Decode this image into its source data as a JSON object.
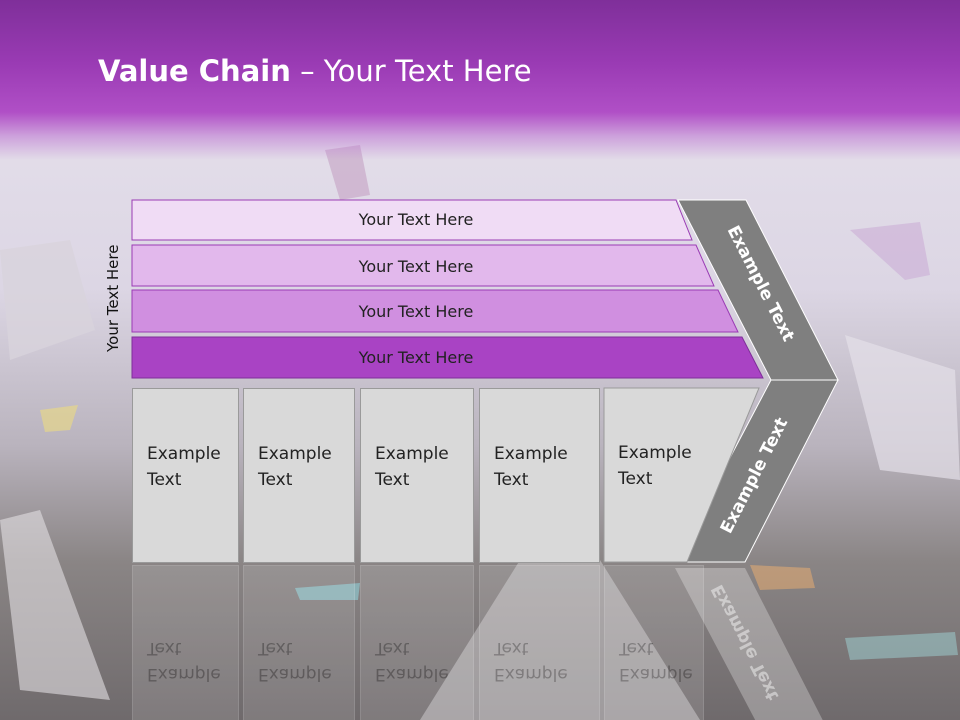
{
  "slide": {
    "title_bold": "Value Chain",
    "title_rest": " – Your Text Here",
    "vertical_label": "Your Text Here",
    "bars": [
      {
        "label": "Your Text Here",
        "color": "#f0dcf5"
      },
      {
        "label": "Your Text Here",
        "color": "#e2b8ec"
      },
      {
        "label": "Your Text Here",
        "color": "#d08fe0"
      },
      {
        "label": "Your Text Here",
        "color": "#a943c4"
      }
    ],
    "boxes": [
      {
        "line1": "Example",
        "line2": "Text"
      },
      {
        "line1": "Example",
        "line2": "Text"
      },
      {
        "line1": "Example",
        "line2": "Text"
      },
      {
        "line1": "Example",
        "line2": "Text"
      },
      {
        "line1": "Example",
        "line2": "Text"
      }
    ],
    "chevron_top_label": "Example Text",
    "chevron_bottom_label": "Example Text",
    "colors": {
      "header": "#9a3bb4",
      "chevron": "#7f7f7f",
      "box": "#d9d9d9"
    }
  }
}
